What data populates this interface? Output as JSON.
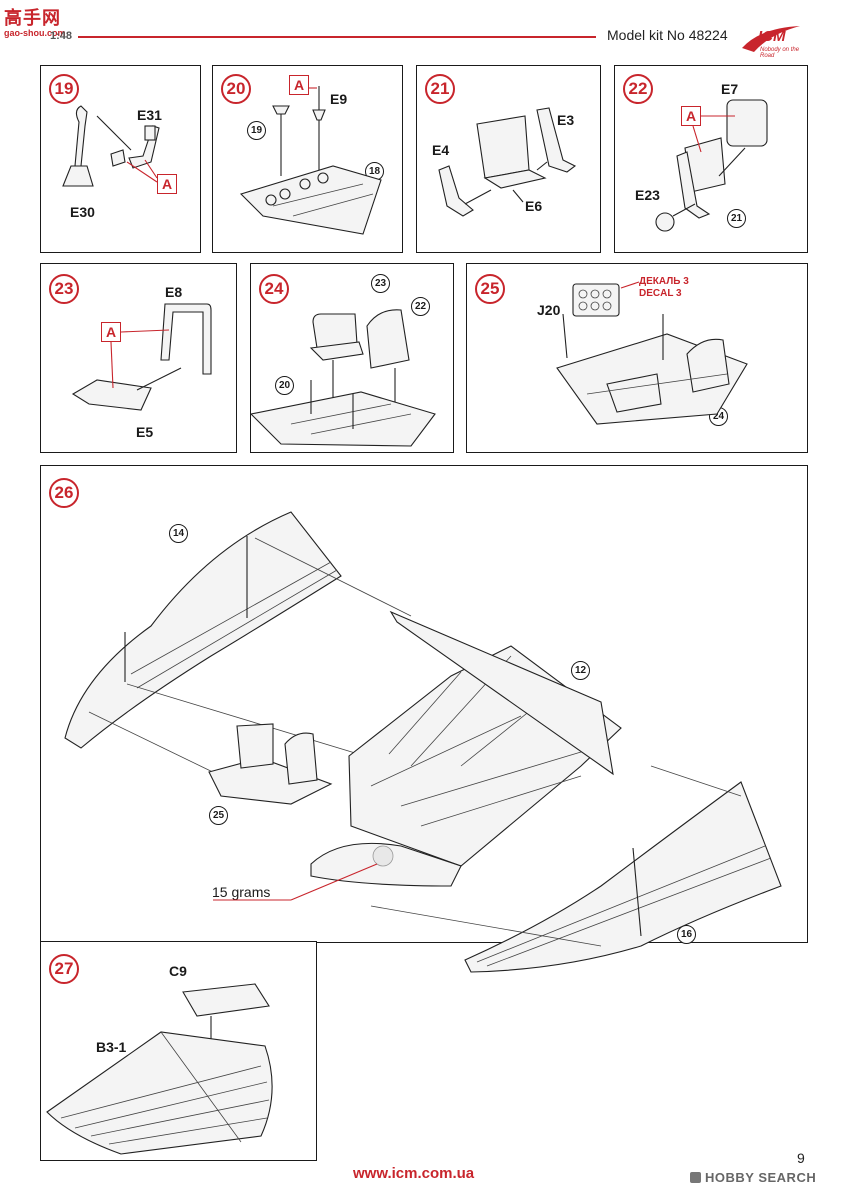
{
  "watermark": {
    "top": "高手网",
    "sub": "gao-shou.com"
  },
  "header": {
    "scale": "1:48",
    "kit": "Model kit No 48224",
    "brand": "ICM",
    "tagline": "Nobody on the Road"
  },
  "steps": [
    {
      "num": "19",
      "labels": [
        "E31",
        "E30"
      ],
      "alt": "A"
    },
    {
      "num": "20",
      "labels": [
        "E9"
      ],
      "alt": "A",
      "refs": [
        "19",
        "18"
      ]
    },
    {
      "num": "21",
      "labels": [
        "E3",
        "E4",
        "E6"
      ]
    },
    {
      "num": "22",
      "labels": [
        "E7",
        "E23"
      ],
      "alt": "A",
      "refs": [
        "21"
      ]
    },
    {
      "num": "23",
      "labels": [
        "E8",
        "E5"
      ],
      "alt": "A"
    },
    {
      "num": "24",
      "refs": [
        "23",
        "22",
        "20"
      ]
    },
    {
      "num": "25",
      "labels": [
        "J20"
      ],
      "decal": [
        "ДЕКАЛЬ 3",
        "DECAL 3"
      ],
      "refs": [
        "24"
      ]
    },
    {
      "num": "26",
      "refs": [
        "14",
        "12",
        "25",
        "16"
      ],
      "note": "15 grams"
    },
    {
      "num": "27",
      "labels": [
        "C9",
        "B3-1"
      ]
    }
  ],
  "footer": {
    "url": "www.icm.com.ua",
    "page": "9",
    "source": "HOBBY SEARCH"
  }
}
